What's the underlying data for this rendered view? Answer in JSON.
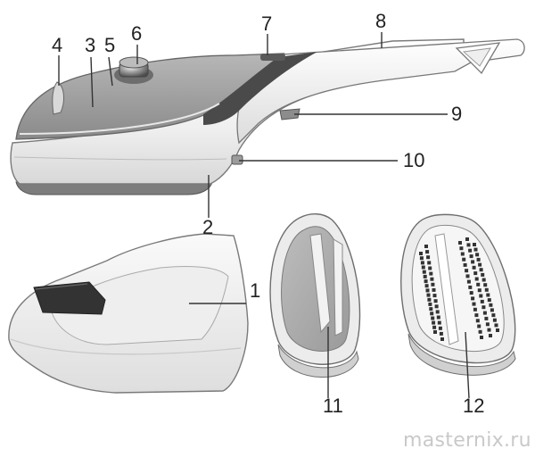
{
  "figure": {
    "callouts": {
      "c1": "1",
      "c2": "2",
      "c3": "3",
      "c4": "4",
      "c5": "5",
      "c6": "6",
      "c7": "7",
      "c8": "8",
      "c9": "9",
      "c10": "10",
      "c11": "11",
      "c12": "12"
    },
    "watermark": "masternix.ru"
  },
  "colors": {
    "body_white": "#f4f4f4",
    "shell_grey": "#9d9d9d",
    "dark_stripe": "#4a4a4a",
    "knob_chrome": "#8a8a8a",
    "felt_grey": "#a9a9a9",
    "bristle_dark": "#333333",
    "outline": "#6e6e6e"
  }
}
